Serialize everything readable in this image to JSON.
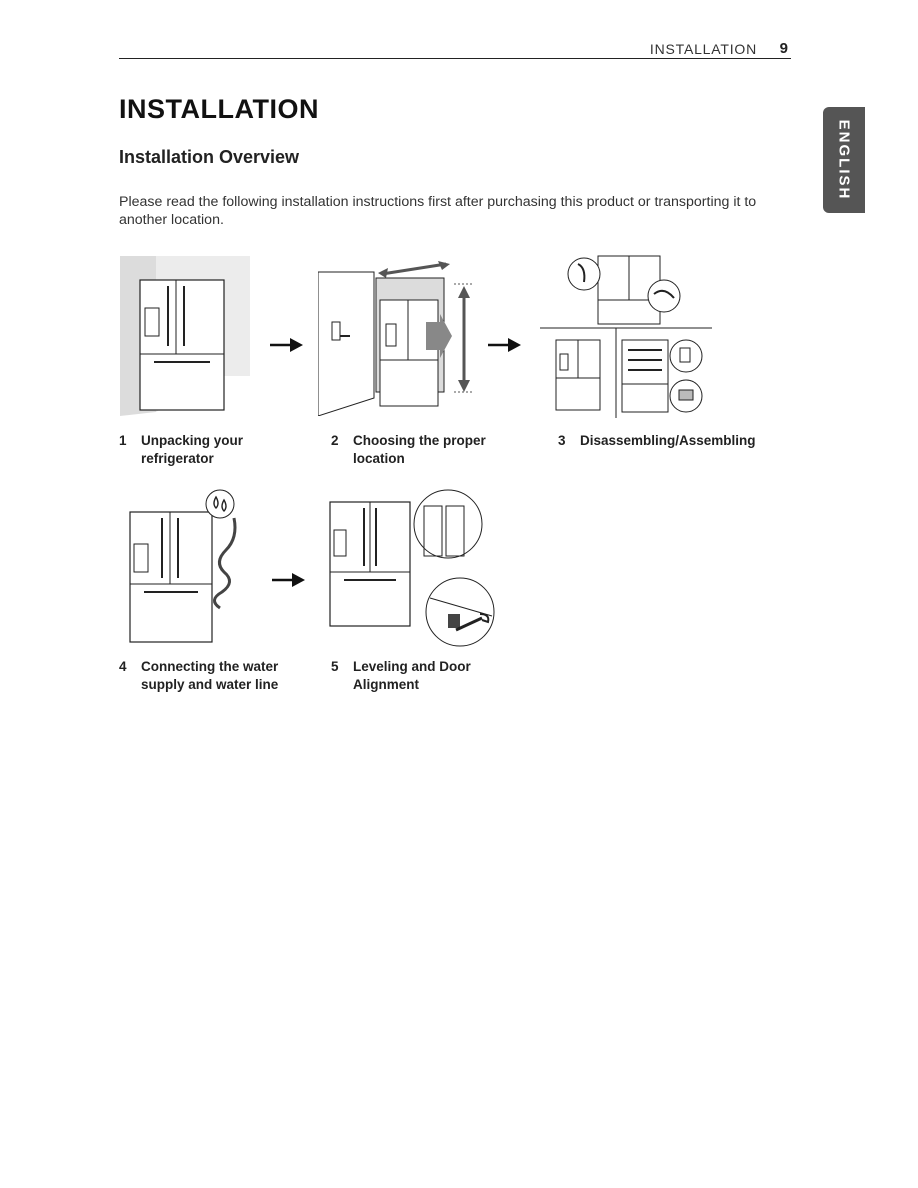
{
  "header": {
    "section": "INSTALLATION",
    "page_number": "9"
  },
  "side_tab": {
    "label": "ENGLISH"
  },
  "title": "INSTALLATION",
  "section_title": "Installation Overview",
  "intro": "Please read the following installation instructions first after purchasing this product or transporting it to another location.",
  "steps": [
    {
      "number": "1",
      "line1": "Unpacking your",
      "line2": "refrigerator"
    },
    {
      "number": "2",
      "line1": "Choosing the proper",
      "line2": "location"
    },
    {
      "number": "3",
      "line1": "Disassembling/Assembling",
      "line2": ""
    },
    {
      "number": "4",
      "line1": "Connecting the water",
      "line2": "supply and water line"
    },
    {
      "number": "5",
      "line1": "Leveling and Door",
      "line2": "Alignment"
    }
  ],
  "icons": [
    "right-arrow-icon",
    "water-drop-icon",
    "wrench-icon"
  ]
}
